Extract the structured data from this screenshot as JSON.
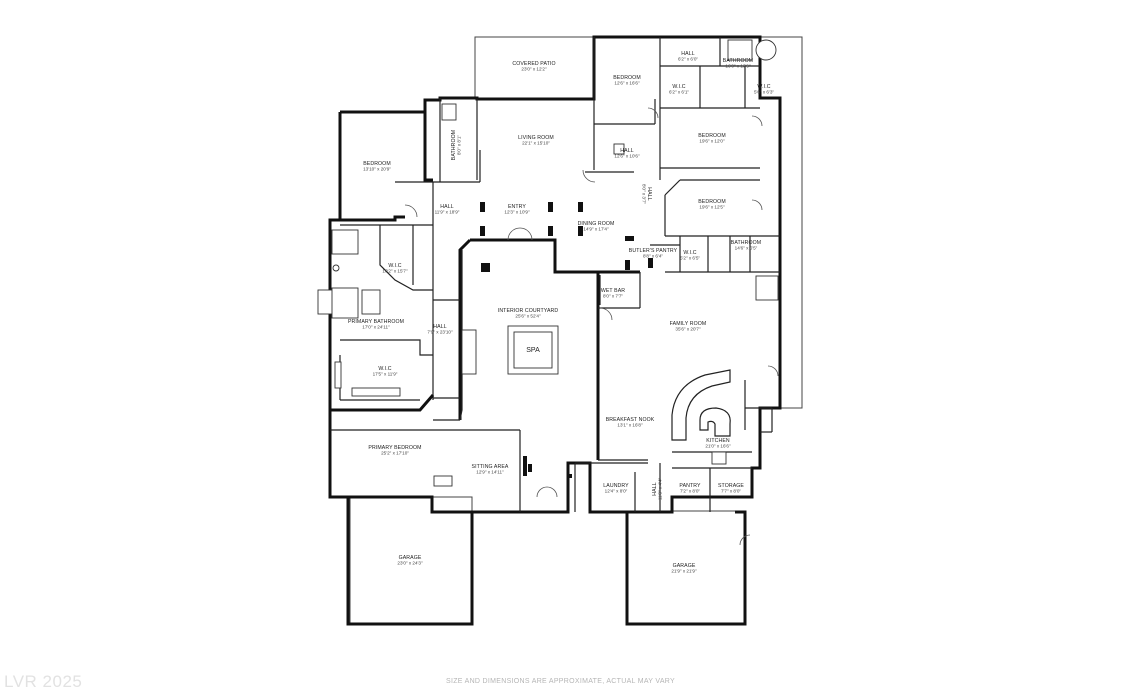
{
  "watermark": "LVR 2025",
  "disclaimer": "SIZE AND DIMENSIONS ARE APPROXIMATE, ACTUAL MAY VARY",
  "spa_label": "SPA",
  "rooms": [
    {
      "id": "covered-patio",
      "name": "COVERED PATIO",
      "dims": "23'0\" x 12'2\""
    },
    {
      "id": "bedroom-ne",
      "name": "BEDROOM",
      "dims": "12'6\" x 16'6\""
    },
    {
      "id": "hall-top",
      "name": "HALL",
      "dims": "6'2\" x 6'0\""
    },
    {
      "id": "bathroom-top",
      "name": "BATHROOM",
      "dims": "16'0\" x 13'9\""
    },
    {
      "id": "wic-top-1",
      "name": "W.I.C",
      "dims": "6'2\" x 6'1\""
    },
    {
      "id": "wic-top-2",
      "name": "W.I.C",
      "dims": "5'6\" x 6'3\""
    },
    {
      "id": "bedroom-w",
      "name": "BEDROOM",
      "dims": "13'10\" x 20'9\""
    },
    {
      "id": "bathroom-w",
      "name": "BATHROOM",
      "dims": "8'0\" x 8'1\""
    },
    {
      "id": "living-room",
      "name": "LIVING ROOM",
      "dims": "22'1\" x 15'10\""
    },
    {
      "id": "hall-mid",
      "name": "HALL",
      "dims": "12'6\" x 10'6\""
    },
    {
      "id": "bedroom-e1",
      "name": "BEDROOM",
      "dims": "19'6\" x 12'0\""
    },
    {
      "id": "bedroom-e2",
      "name": "BEDROOM",
      "dims": "19'6\" x 12'5\""
    },
    {
      "id": "hall-w",
      "name": "HALL",
      "dims": "11'9\" x 18'9\""
    },
    {
      "id": "entry",
      "name": "ENTRY",
      "dims": "12'3\" x 10'9\""
    },
    {
      "id": "dining-room",
      "name": "DINING ROOM",
      "dims": "14'9\" x 17'4\""
    },
    {
      "id": "hall-small",
      "name": "HALL",
      "dims": "8'0\" x 3'7\""
    },
    {
      "id": "wic-primary",
      "name": "W.I.C",
      "dims": "10'2\" x 15'7\""
    },
    {
      "id": "butlers-pantry",
      "name": "BUTLER'S PANTRY",
      "dims": "8'8\" x 6'4\""
    },
    {
      "id": "wic-e",
      "name": "W.I.C",
      "dims": "5'2\" x 6'5\""
    },
    {
      "id": "bathroom-e",
      "name": "BATHROOM",
      "dims": "14'6\" x 6'5\""
    },
    {
      "id": "wet-bar",
      "name": "WET BAR",
      "dims": "8'0\" x 7'7\""
    },
    {
      "id": "interior-courtyard",
      "name": "INTERIOR COURTYARD",
      "dims": "25'6\" x 52'4\""
    },
    {
      "id": "primary-bathroom",
      "name": "PRIMARY BATHROOM",
      "dims": "17'0\" x 24'11\""
    },
    {
      "id": "hall-primary",
      "name": "HALL",
      "dims": "7'9\" x 23'10\""
    },
    {
      "id": "family-room",
      "name": "FAMILY ROOM",
      "dims": "35'6\" x 20'7\""
    },
    {
      "id": "wic-primary-2",
      "name": "W.I.C",
      "dims": "17'5\" x 11'9\""
    },
    {
      "id": "breakfast-nook",
      "name": "BREAKFAST NOOK",
      "dims": "13'1\" x 16'8\""
    },
    {
      "id": "kitchen",
      "name": "KITCHEN",
      "dims": "21'0\" x 16'6\""
    },
    {
      "id": "primary-bedroom",
      "name": "PRIMARY BEDROOM",
      "dims": "25'2\" x 17'10\""
    },
    {
      "id": "sitting-area",
      "name": "SITTING AREA",
      "dims": "12'9\" x 14'11\""
    },
    {
      "id": "laundry",
      "name": "LAUNDRY",
      "dims": "12'4\" x 8'0\""
    },
    {
      "id": "hall-laundry",
      "name": "HALL",
      "dims": "11'3\" x 4'4\""
    },
    {
      "id": "pantry",
      "name": "PANTRY",
      "dims": "7'2\" x 8'0\""
    },
    {
      "id": "storage",
      "name": "STORAGE",
      "dims": "7'7\" x 8'0\""
    },
    {
      "id": "garage-w",
      "name": "GARAGE",
      "dims": "23'0\" x 24'3\""
    },
    {
      "id": "garage-e",
      "name": "GARAGE",
      "dims": "21'9\" x 21'9\""
    }
  ]
}
